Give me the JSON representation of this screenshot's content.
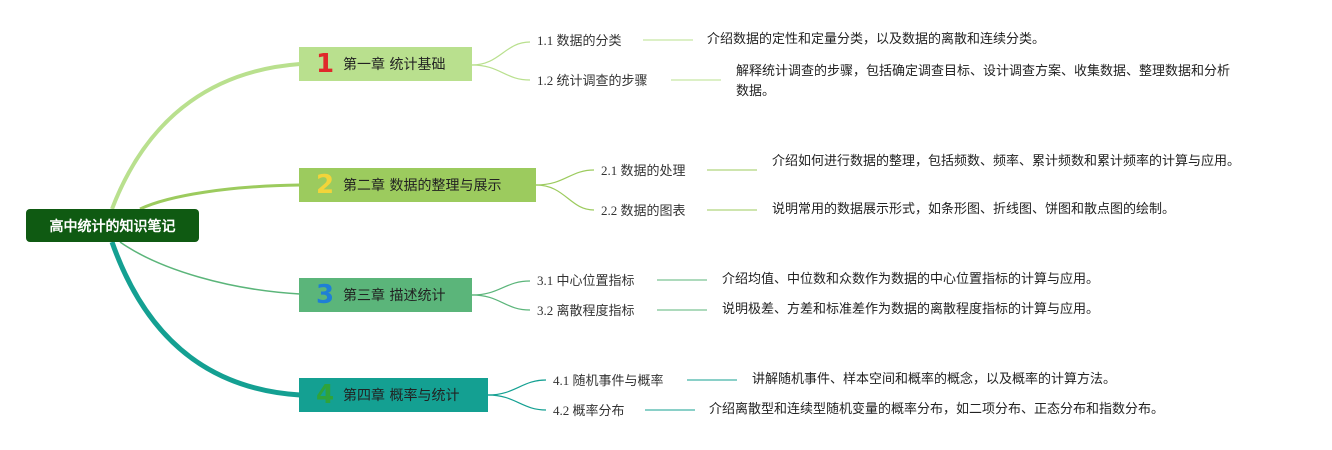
{
  "root": {
    "label": "高中统计的知识笔记",
    "color": "#0f5a12"
  },
  "chapters": [
    {
      "number": "1",
      "title": "第一章 统计基础",
      "box_color": "#b9e08e",
      "number_color": "#e0292b",
      "line_color": "#b9e08e",
      "sections": [
        {
          "title": "1.1 数据的分类",
          "desc": "介绍数据的定性和定量分类，以及数据的离散和连续分类。"
        },
        {
          "title": "1.2 统计调查的步骤",
          "desc": "解释统计调查的步骤，包括确定调查目标、设计调查方案、收集数据、整理数据和分析数据。"
        }
      ]
    },
    {
      "number": "2",
      "title": "第二章 数据的整理与展示",
      "box_color": "#9ccb5e",
      "number_color": "#f2d43a",
      "line_color": "#9ccb5e",
      "sections": [
        {
          "title": "2.1 数据的处理",
          "desc": "介绍如何进行数据的整理，包括频数、频率、累计频数和累计频率的计算与应用。"
        },
        {
          "title": "2.2 数据的图表",
          "desc": "说明常用的数据展示形式，如条形图、折线图、饼图和散点图的绘制。"
        }
      ]
    },
    {
      "number": "3",
      "title": "第三章 描述统计",
      "box_color": "#5bb57a",
      "number_color": "#1f7fd6",
      "line_color": "#5bb57a",
      "sections": [
        {
          "title": "3.1 中心位置指标",
          "desc": "介绍均值、中位数和众数作为数据的中心位置指标的计算与应用。"
        },
        {
          "title": "3.2 离散程度指标",
          "desc": "说明极差、方差和标准差作为数据的离散程度指标的计算与应用。"
        }
      ]
    },
    {
      "number": "4",
      "title": "第四章 概率与统计",
      "box_color": "#14a092",
      "number_color": "#2fa33a",
      "line_color": "#14a092",
      "sections": [
        {
          "title": "4.1 随机事件与概率",
          "desc": "讲解随机事件、样本空间和概率的概念，以及概率的计算方法。"
        },
        {
          "title": "4.2 概率分布",
          "desc": "介绍离散型和连续型随机变量的概率分布，如二项分布、正态分布和指数分布。"
        }
      ]
    }
  ]
}
